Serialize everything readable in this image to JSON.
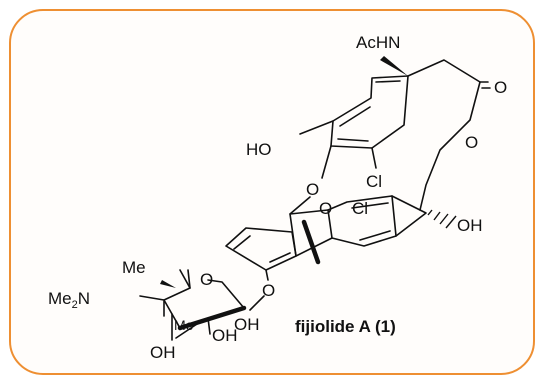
{
  "figure": {
    "frame_color": "#ee8f32",
    "caption": "fijiolide A (1)",
    "labels": {
      "achn": "AcHN",
      "carbonyl_o": "O",
      "ester_o": "O",
      "ho_phenol": "HO",
      "cl_upper": "Cl",
      "ether_o": "O",
      "bridge_o": "O",
      "cl_lower": "Cl",
      "oh_side": "OH",
      "glycosidic_o": "O",
      "ring_o": "O",
      "me_top": "Me",
      "me2n_main": "Me",
      "me2n_sub": "2",
      "me2n_n": "N",
      "me_axial": "Me",
      "oh_c3": "OH",
      "oh_c2": "OH",
      "oh_bottom": "OH"
    }
  }
}
